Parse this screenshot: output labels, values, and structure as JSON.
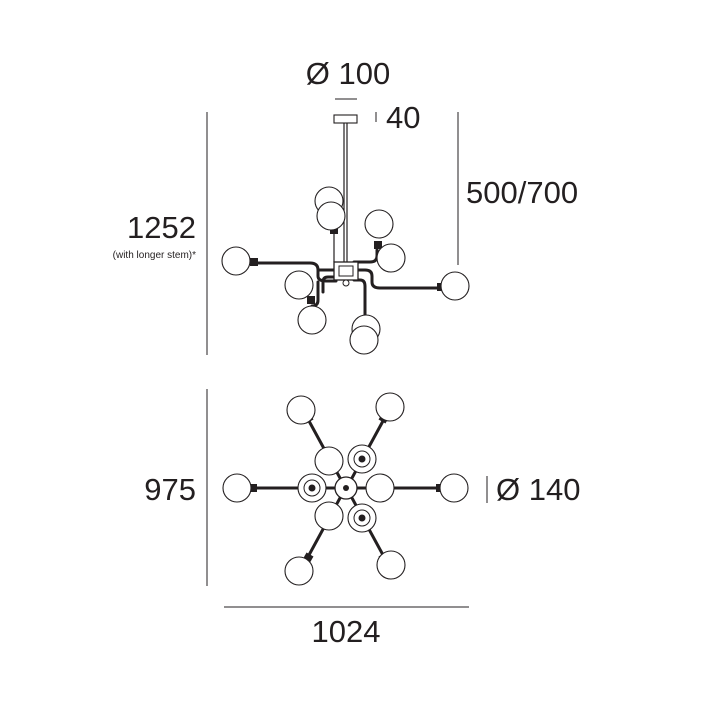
{
  "dimensions": {
    "canopy_diameter": "Ø 100",
    "canopy_height": "40",
    "stem_length": "500/700",
    "total_height": "1252",
    "total_height_note": "(with longer stem)*",
    "depth": "975",
    "globe_diameter": "Ø 140",
    "width": "1024"
  },
  "colors": {
    "ink": "#231f20",
    "dim_line": "#555555",
    "background": "#ffffff"
  }
}
